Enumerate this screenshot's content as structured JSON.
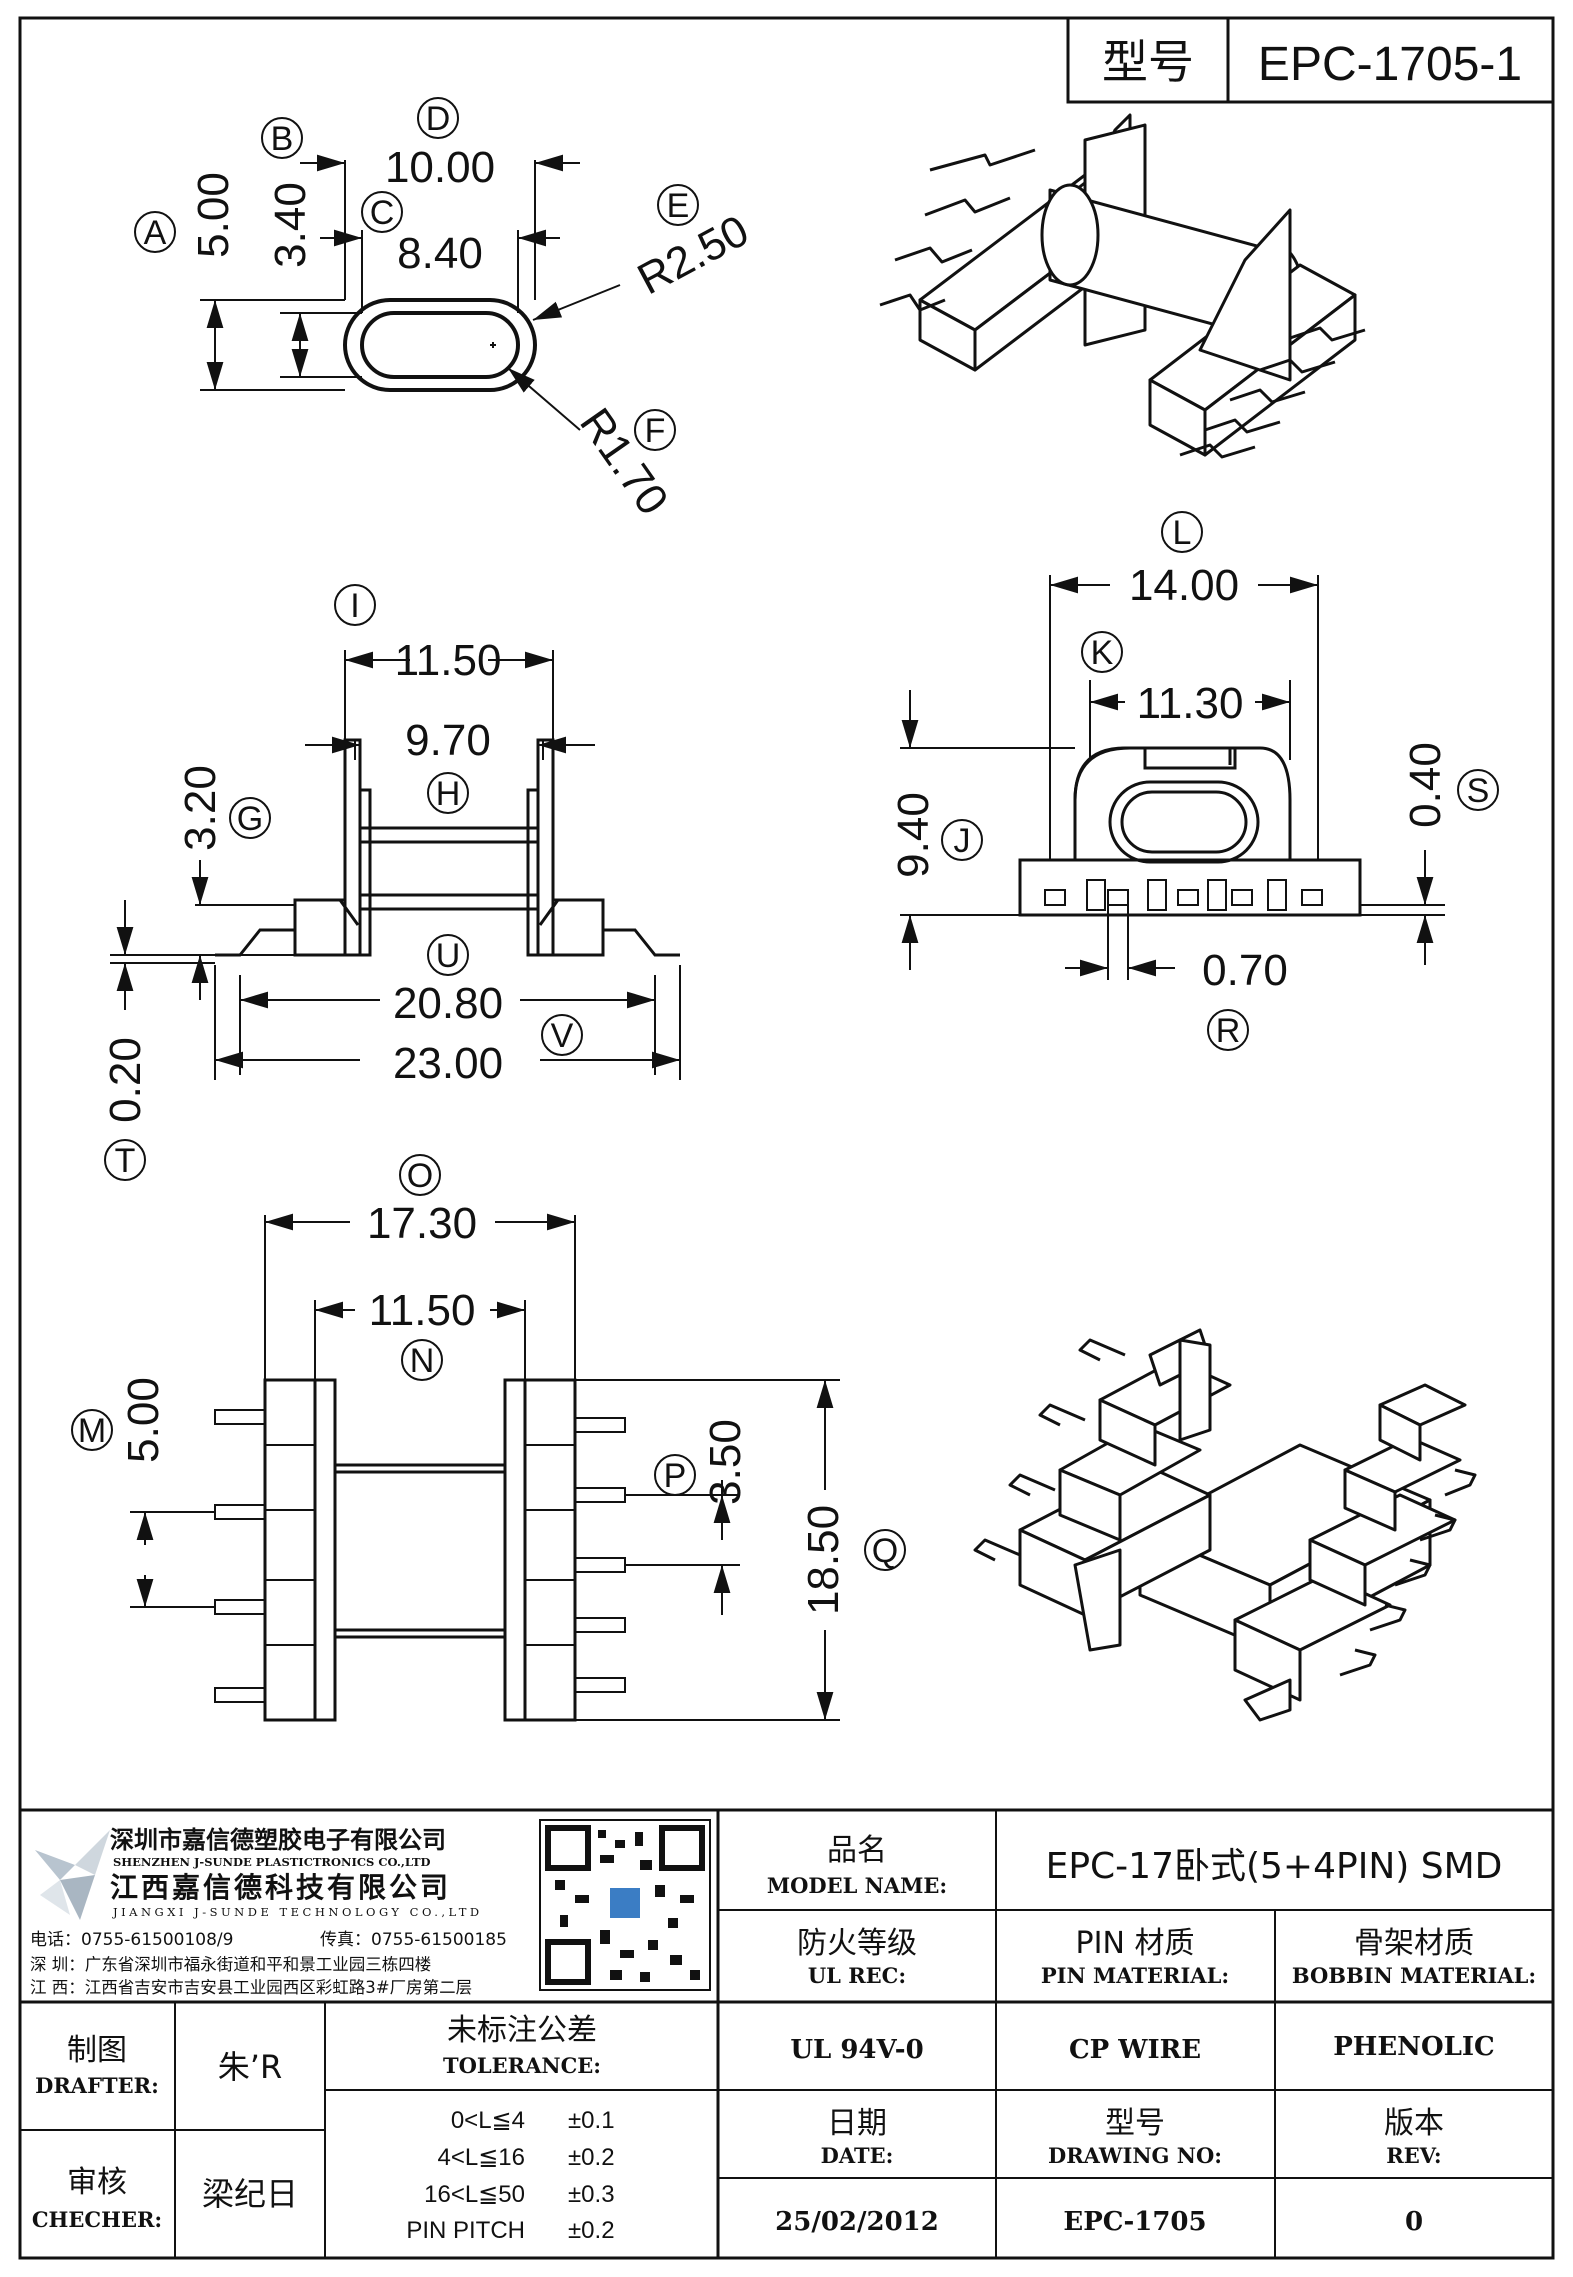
{
  "header": {
    "model_label": "型号",
    "model_value": "EPC-1705-1"
  },
  "drawing": {
    "pin_slot": {
      "A": {
        "letter": "A",
        "value": "5.00"
      },
      "B": {
        "letter": "B",
        "value": "3.40"
      },
      "C": {
        "letter": "C",
        "value": "8.40"
      },
      "D": {
        "letter": "D",
        "value": "10.00"
      },
      "E": {
        "letter": "E",
        "value": "R2.50"
      },
      "F": {
        "letter": "F",
        "value": "R1.70"
      }
    },
    "side_view": {
      "I": {
        "letter": "I",
        "value": "11.50"
      },
      "H": {
        "letter": "H",
        "value": "9.70"
      },
      "G": {
        "letter": "G",
        "value": "3.20"
      },
      "U": {
        "letter": "U",
        "value": "20.80"
      },
      "V": {
        "letter": "V",
        "value": "23.00"
      },
      "T": {
        "letter": "T",
        "value": "0.20"
      }
    },
    "end_view": {
      "L": {
        "letter": "L",
        "value": "14.00"
      },
      "K": {
        "letter": "K",
        "value": "11.30"
      },
      "J": {
        "letter": "J",
        "value": "9.40"
      },
      "S": {
        "letter": "S",
        "value": "0.40"
      },
      "R": {
        "letter": "R",
        "value": "0.70"
      }
    },
    "top_view": {
      "O": {
        "letter": "O",
        "value": "17.30"
      },
      "N": {
        "letter": "N",
        "value": "11.50"
      },
      "M": {
        "letter": "M",
        "value": "5.00"
      },
      "P": {
        "letter": "P",
        "value": "3.50"
      },
      "Q": {
        "letter": "Q",
        "value": "18.50"
      }
    }
  },
  "company": {
    "name_cn1": "深圳市嘉信德塑胶电子有限公司",
    "name_en1": "SHENZHEN J-SUNDE PLASTICTRONICS CO.,LTD",
    "name_cn2": "江西嘉信德科技有限公司",
    "name_en2": "JIANGXI J-SUNDE TECHNOLOGY CO.,LTD",
    "phone": "电话：0755-61500108/9",
    "fax": "传真：0755-61500185",
    "addr_sz": "深 圳：广东省深圳市福永街道和平和景工业园三栋四楼",
    "addr_jx": "江 西：江西省吉安市吉安县工业园西区彩虹路3#厂房第二层"
  },
  "title_block": {
    "model_name_cn": "品名",
    "model_name_en": "MODEL NAME:",
    "model_name_value": "EPC-17卧式(5+4PIN) SMD",
    "ul_cn": "防火等级",
    "ul_en": "UL REC:",
    "pin_mat_cn": "PIN 材质",
    "pin_mat_en": "PIN MATERIAL:",
    "bobbin_mat_cn": "骨架材质",
    "bobbin_mat_en": "BOBBIN MATERIAL:",
    "drafter_cn": "制图",
    "drafter_en": "DRAFTER:",
    "drafter_value": "朱’R",
    "tolerance_cn": "未标注公差",
    "tolerance_en": "TOLERANCE:",
    "ul_value": "UL 94V-0",
    "pin_mat_value": "CP WIRE",
    "bobbin_mat_value": "PHENOLIC",
    "tolerances": [
      {
        "range": "0<L≦4",
        "tol": "±0.1"
      },
      {
        "range": "4<L≦16",
        "tol": "±0.2"
      },
      {
        "range": "16<L≦50",
        "tol": "±0.3"
      },
      {
        "range": "PIN PITCH",
        "tol": "±0.2"
      }
    ],
    "date_cn": "日期",
    "date_en": "DATE:",
    "drawing_no_cn": "型号",
    "drawing_no_en": "DRAWING NO:",
    "rev_cn": "版本",
    "rev_en": "REV:",
    "checker_cn": "审核",
    "checker_en": "CHECHER:",
    "checker_value": "梁纪日",
    "date_value": "25/02/2012",
    "drawing_no_value": "EPC-1705",
    "rev_value": "0"
  }
}
